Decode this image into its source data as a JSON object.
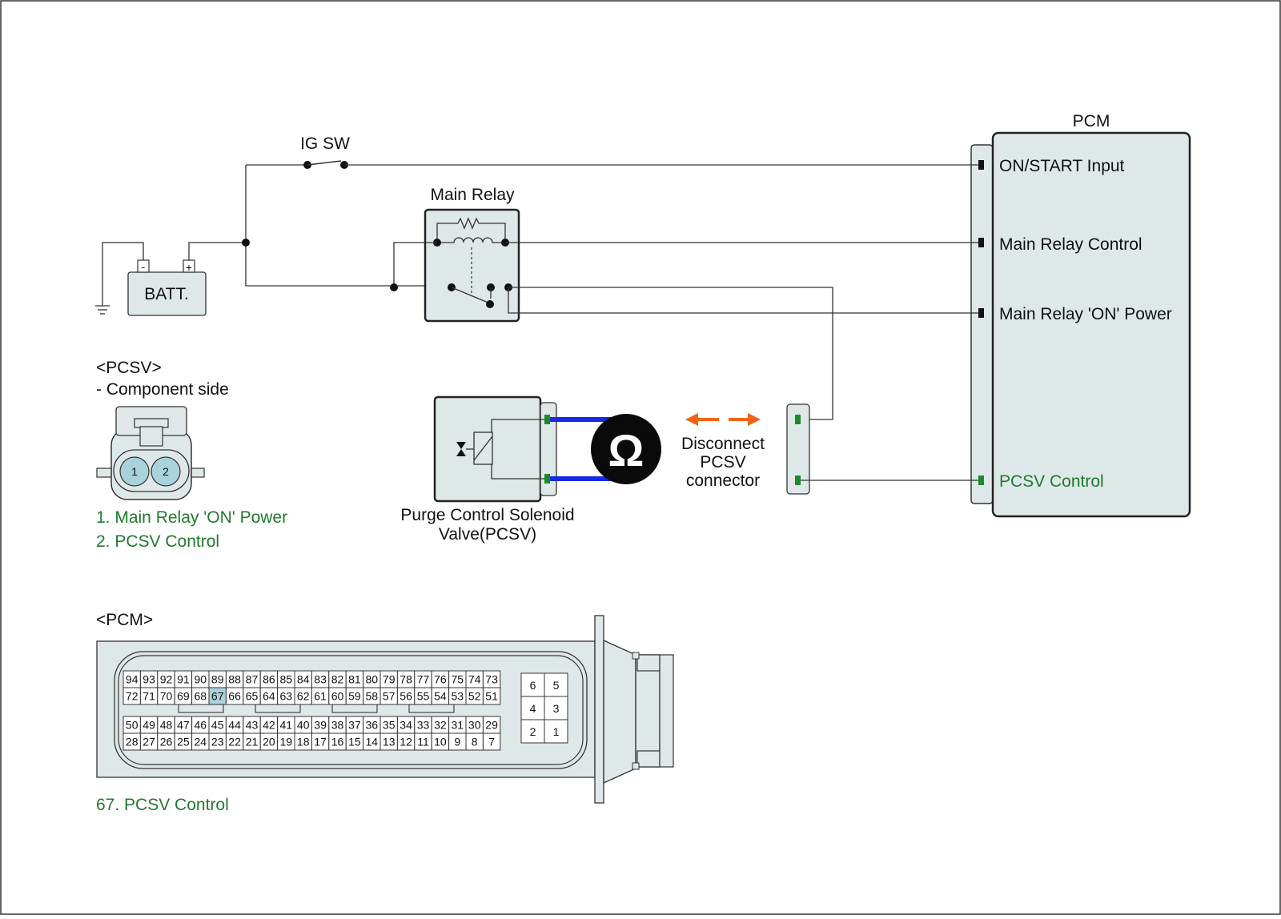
{
  "colors": {
    "body_fill": "#dfe8e8",
    "green_text": "#1f7a2e",
    "terminal_green": "#1a8a2a",
    "probe_blue": "#1428e6",
    "arrow_orange": "#f06414",
    "pin_highlight": "#a9d2dc"
  },
  "labels": {
    "ig_sw": "IG SW",
    "main_relay": "Main Relay",
    "batt": "BATT.",
    "batt_minus": "-",
    "batt_plus": "+",
    "pcm_title": "PCM",
    "pcsv_section": "<PCSV>",
    "component_side": "- Component side",
    "pcsv_pin1_note": "1. Main Relay 'ON' Power",
    "pcsv_pin2_note": "2. PCSV Control",
    "pcsv_valve_line1": "Purge Control Solenoid",
    "pcsv_valve_line2": "Valve(PCSV)",
    "disconnect_line1": "Disconnect",
    "disconnect_line2": "PCSV",
    "disconnect_line3": "connector",
    "ohm_symbol": "Ω",
    "pcm_section": "<PCM>",
    "pcm_pin67_note": "67. PCSV Control"
  },
  "pcm_inputs": [
    {
      "label": "ON/START Input",
      "terminal": "black"
    },
    {
      "label": "Main Relay Control",
      "terminal": "black"
    },
    {
      "label": "Main Relay 'ON' Power",
      "terminal": "black"
    },
    {
      "label": "PCSV Control",
      "terminal": "green"
    }
  ],
  "pcsv_connector_pins": [
    "1",
    "2"
  ],
  "pcm_connector": {
    "rows": [
      [
        "94",
        "93",
        "92",
        "91",
        "90",
        "89",
        "88",
        "87",
        "86",
        "85",
        "84",
        "83",
        "82",
        "81",
        "80",
        "79",
        "78",
        "77",
        "76",
        "75",
        "74",
        "73"
      ],
      [
        "72",
        "71",
        "70",
        "69",
        "68",
        "67",
        "66",
        "65",
        "64",
        "63",
        "62",
        "61",
        "60",
        "59",
        "58",
        "57",
        "56",
        "55",
        "54",
        "53",
        "52",
        "51"
      ],
      [
        "50",
        "49",
        "48",
        "47",
        "46",
        "45",
        "44",
        "43",
        "42",
        "41",
        "40",
        "39",
        "38",
        "37",
        "36",
        "35",
        "34",
        "33",
        "32",
        "31",
        "30",
        "29"
      ],
      [
        "28",
        "27",
        "26",
        "25",
        "24",
        "23",
        "22",
        "21",
        "20",
        "19",
        "18",
        "17",
        "16",
        "15",
        "14",
        "13",
        "12",
        "11",
        "10",
        "9",
        "8",
        "7"
      ]
    ],
    "right_block": [
      [
        "6",
        "5"
      ],
      [
        "4",
        "3"
      ],
      [
        "2",
        "1"
      ]
    ],
    "highlight_pin": "67"
  }
}
